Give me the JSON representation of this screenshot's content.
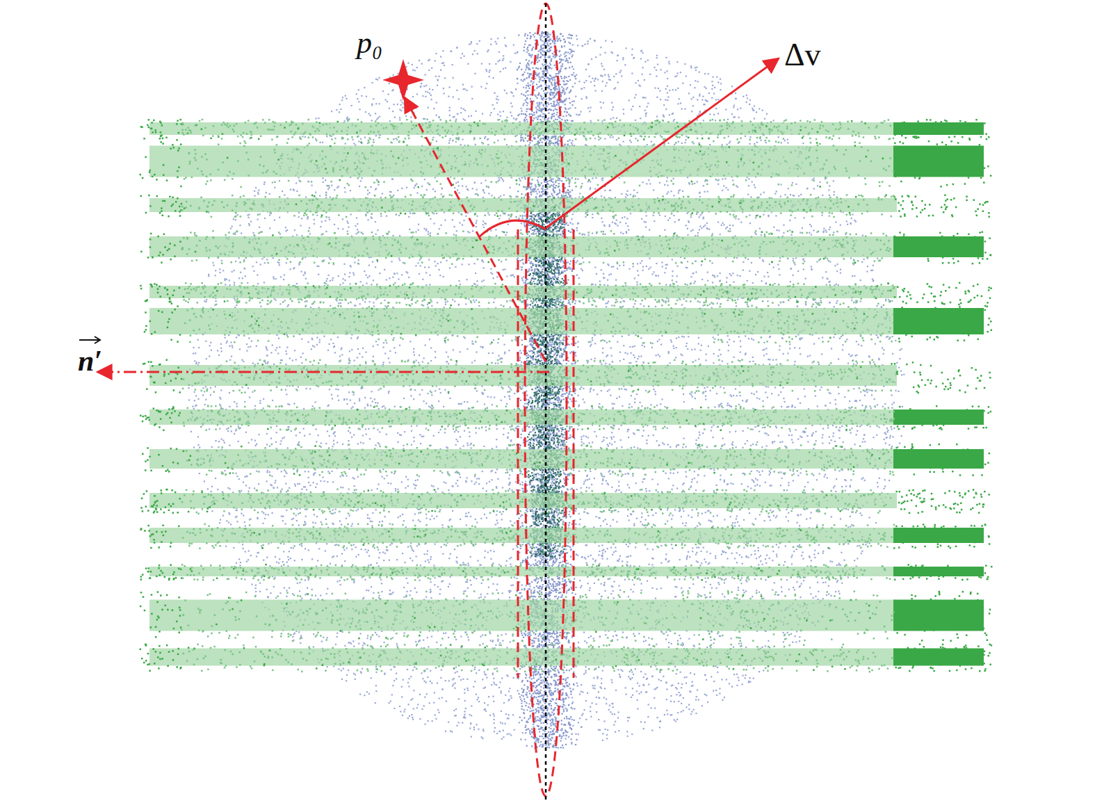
{
  "diagram": {
    "labels": [
      "p₀",
      "Δv",
      "n′"
    ]
  }
}
